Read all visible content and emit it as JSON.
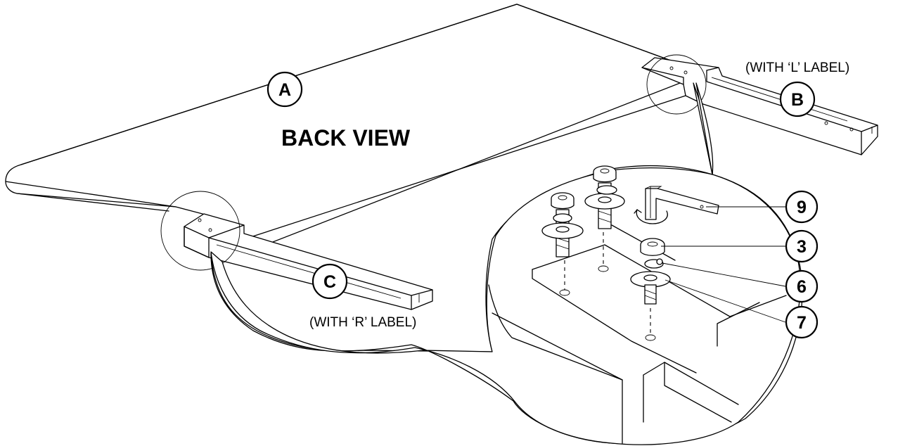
{
  "heading": "BACK VIEW",
  "parts": {
    "a": "A",
    "b": "B",
    "c": "C"
  },
  "notes": {
    "left_label": "(WITH ‘L’ LABEL)",
    "right_label": "(WITH ‘R’ LABEL)"
  },
  "callouts": {
    "hex_key": "9",
    "screw": "3",
    "lock_washer": "6",
    "flat_washer": "7"
  }
}
